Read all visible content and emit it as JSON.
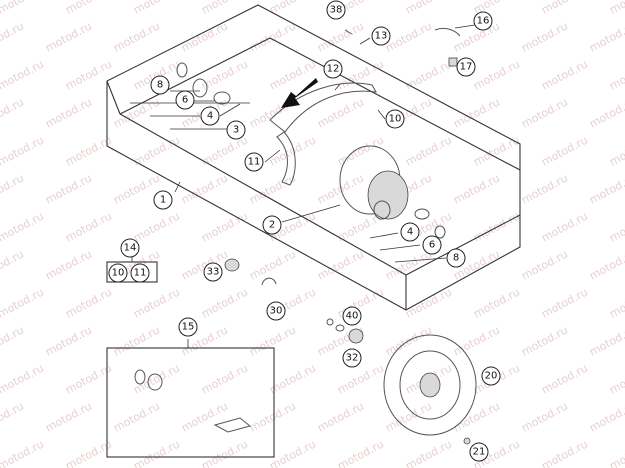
{
  "watermark": "motod.ru",
  "labels": {
    "l1": "1",
    "l2": "2",
    "l3": "3",
    "l4a": "4",
    "l4b": "4",
    "l6a": "6",
    "l6b": "6",
    "l8a": "8",
    "l8b": "8",
    "l10a": "10",
    "l10b": "10",
    "l11a": "11",
    "l11b": "11",
    "l12": "12",
    "l13": "13",
    "l14": "14",
    "l15": "15",
    "l16": "16",
    "l17": "17",
    "l20": "20",
    "l21": "21",
    "l30": "30",
    "l32": "32",
    "l33": "33",
    "l38": "38",
    "l40": "40"
  },
  "colors": {
    "line": "#333333",
    "watermark": "#e9cfcf",
    "arrow": "#111111"
  }
}
